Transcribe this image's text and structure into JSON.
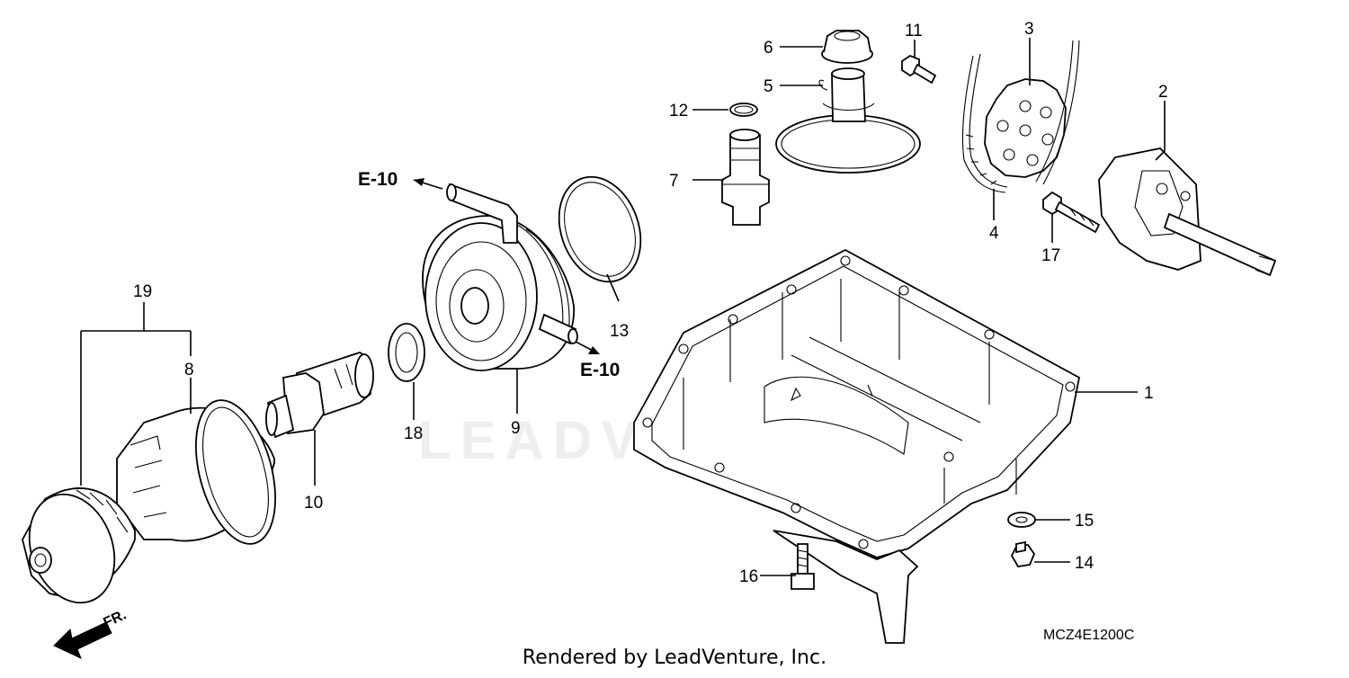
{
  "callouts": {
    "c1": "1",
    "c2": "2",
    "c3": "3",
    "c4": "4",
    "c5": "5",
    "c6": "6",
    "c7": "7",
    "c8": "8",
    "c9": "9",
    "c10": "10",
    "c11": "11",
    "c12": "12",
    "c13": "13",
    "c14": "14",
    "c15": "15",
    "c16": "16",
    "c17": "17",
    "c18": "18",
    "c19": "19"
  },
  "references": {
    "upper": "E-10",
    "lower": "E-10"
  },
  "direction_label": "FR.",
  "diagram_code": "MCZ4E1200C",
  "footer": "Rendered by LeadVenture, Inc.",
  "watermark": "LEADVENTURE"
}
